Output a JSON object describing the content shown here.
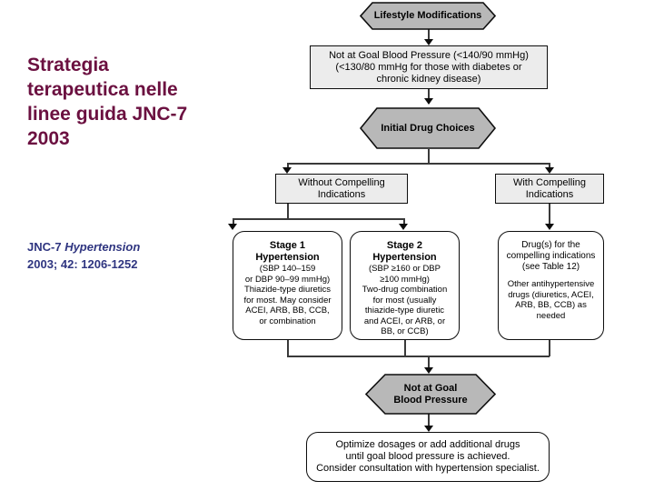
{
  "slide": {
    "title": "Strategia terapeutica nelle linee guida JNC-7 2003",
    "citation_line1_bold": "JNC-7 ",
    "citation_line1_italic": "Hypertension",
    "citation_line2": "2003; 42: 1206-1252",
    "title_color": "#6b1040",
    "citation_color": "#2f3580"
  },
  "flowchart": {
    "hex_fill": "#b8b8b8",
    "rect_fill": "#ececec",
    "round_fill": "#ffffff",
    "stroke": "#0d0d0d",
    "nodes": {
      "lifestyle": {
        "label": "Lifestyle Modifications"
      },
      "not_at_goal_top": {
        "line1": "Not at Goal Blood Pressure (<140/90 mmHg)",
        "line2": "(<130/80 mmHg for those with diabetes or",
        "line3": "chronic kidney disease)"
      },
      "initial_drug_choices": {
        "label": "Initial Drug Choices"
      },
      "without_compelling": {
        "line1": "Without Compelling",
        "line2": "Indications"
      },
      "with_compelling": {
        "line1": "With Compelling",
        "line2": "Indications"
      },
      "stage1": {
        "heading1": "Stage 1",
        "heading2": "Hypertension",
        "line1": "(SBP 140–159",
        "line2": "or DBP 90–99 mmHg)",
        "line3": "Thiazide-type diuretics",
        "line4": "for most. May consider",
        "line5": "ACEI, ARB, BB, CCB,",
        "line6": "or combination"
      },
      "stage2": {
        "heading1": "Stage 2",
        "heading2": "Hypertension",
        "line1": "(SBP ≥160 or DBP",
        "line2": "≥100 mmHg)",
        "line3": "Two-drug combination",
        "line4": "for most (usually",
        "line5": "thiazide-type diuretic",
        "line6": "and ACEI, or ARB, or",
        "line7": "BB, or CCB)"
      },
      "compelling_drugs": {
        "line1": "Drug(s) for the",
        "line2": "compelling indications",
        "line3": "(see Table 12)",
        "line4": "Other antihypertensive",
        "line5": "drugs (diuretics, ACEI,",
        "line6": "ARB, BB, CCB) as",
        "line7": "needed"
      },
      "not_at_goal_bottom": {
        "line1": "Not at Goal",
        "line2": "Blood Pressure"
      },
      "optimize": {
        "line1": "Optimize dosages or add additional drugs",
        "line2": "until goal blood pressure is achieved.",
        "line3": "Consider consultation with hypertension specialist."
      }
    }
  }
}
